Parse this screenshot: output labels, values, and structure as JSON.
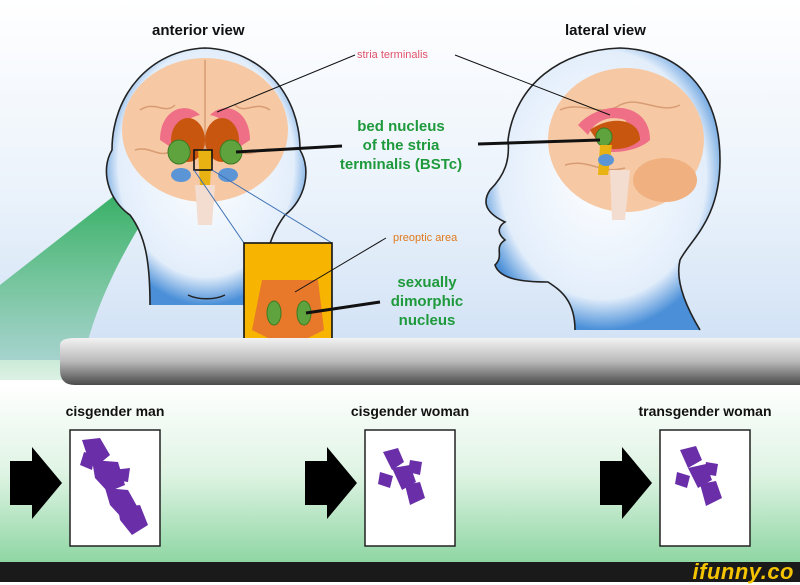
{
  "views": {
    "anterior": "anterior view",
    "lateral": "lateral view"
  },
  "labels": {
    "stria_terminalis": "stria terminalis",
    "bnst_line1": "bed nucleus",
    "bnst_line2": "of the stria",
    "bnst_line3": "terminalis (BSTc)",
    "preoptic_area": "preoptic area",
    "sdn_line1": "sexually",
    "sdn_line2": "dimorphic",
    "sdn_line3": "nucleus"
  },
  "panels": [
    {
      "title": "cisgender man"
    },
    {
      "title": "cisgender woman"
    },
    {
      "title": "transgender woman"
    }
  ],
  "brand": "ifunny.co",
  "colors": {
    "green": "#1e9a3c",
    "purple": "#6a2fa8",
    "orange": "#e07a1e",
    "stria": "#e0526a",
    "blue_glow": "#4a8fd8"
  }
}
